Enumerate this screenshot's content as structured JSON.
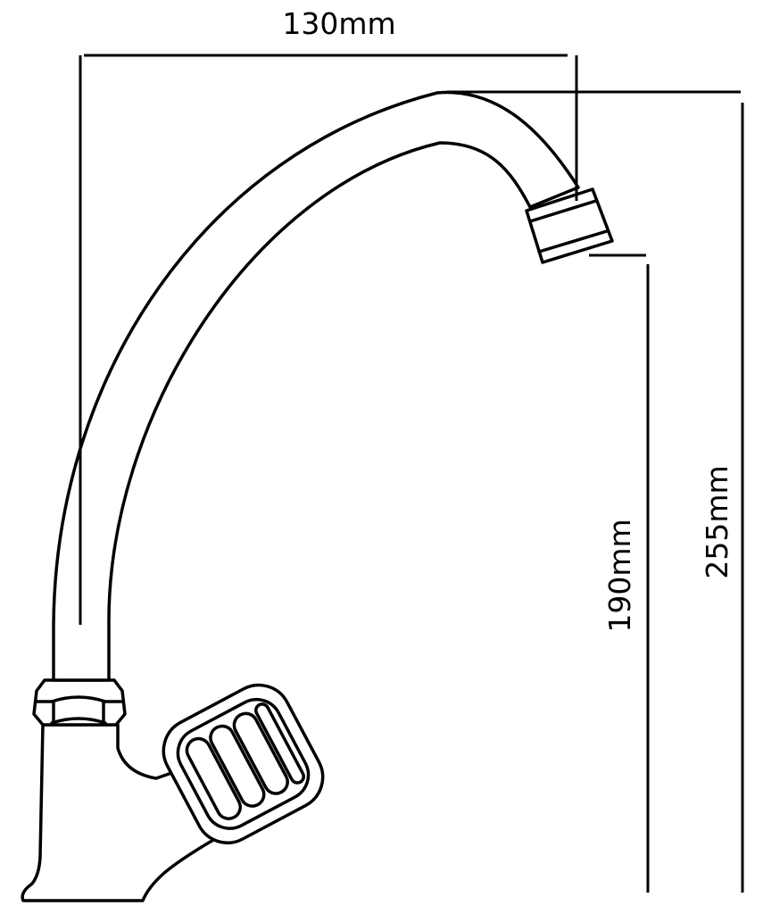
{
  "dimensions": {
    "width_label": "130mm",
    "spout_height_label": "190mm",
    "total_height_label": "255mm"
  },
  "colors": {
    "line": "#000000",
    "background": "#ffffff"
  }
}
